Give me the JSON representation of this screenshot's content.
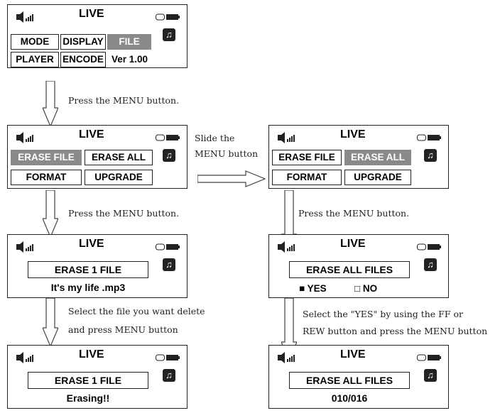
{
  "common": {
    "live": "LIVE"
  },
  "screen1": {
    "tabs": [
      "MODE",
      "DISPLAY",
      "FILE",
      "PLAYER",
      "ENCODE"
    ],
    "version": "Ver 1.00"
  },
  "menu": {
    "buttons": [
      "ERASE FILE",
      "ERASE ALL",
      "FORMAT",
      "UPGRADE"
    ]
  },
  "erase_file": {
    "title": "ERASE 1 FILE",
    "filename": "It's my life .mp3",
    "status": "Erasing!!"
  },
  "erase_all": {
    "title": "ERASE ALL FILES",
    "options": [
      "YES",
      "NO"
    ],
    "progress": "010/016"
  },
  "captions": {
    "press_menu": "Press the MENU button.",
    "slide_line1": "Slide the",
    "slide_line2": "MENU button",
    "select_file_line1": "Select the file you want delete",
    "select_file_line2": "and press MENU button",
    "select_yes_line1": "Select the \"YES\" by using the FF or",
    "select_yes_line2": "REW button and press the MENU button"
  },
  "colors": {
    "selected": "#8a8a8a",
    "frame": "#222222"
  }
}
